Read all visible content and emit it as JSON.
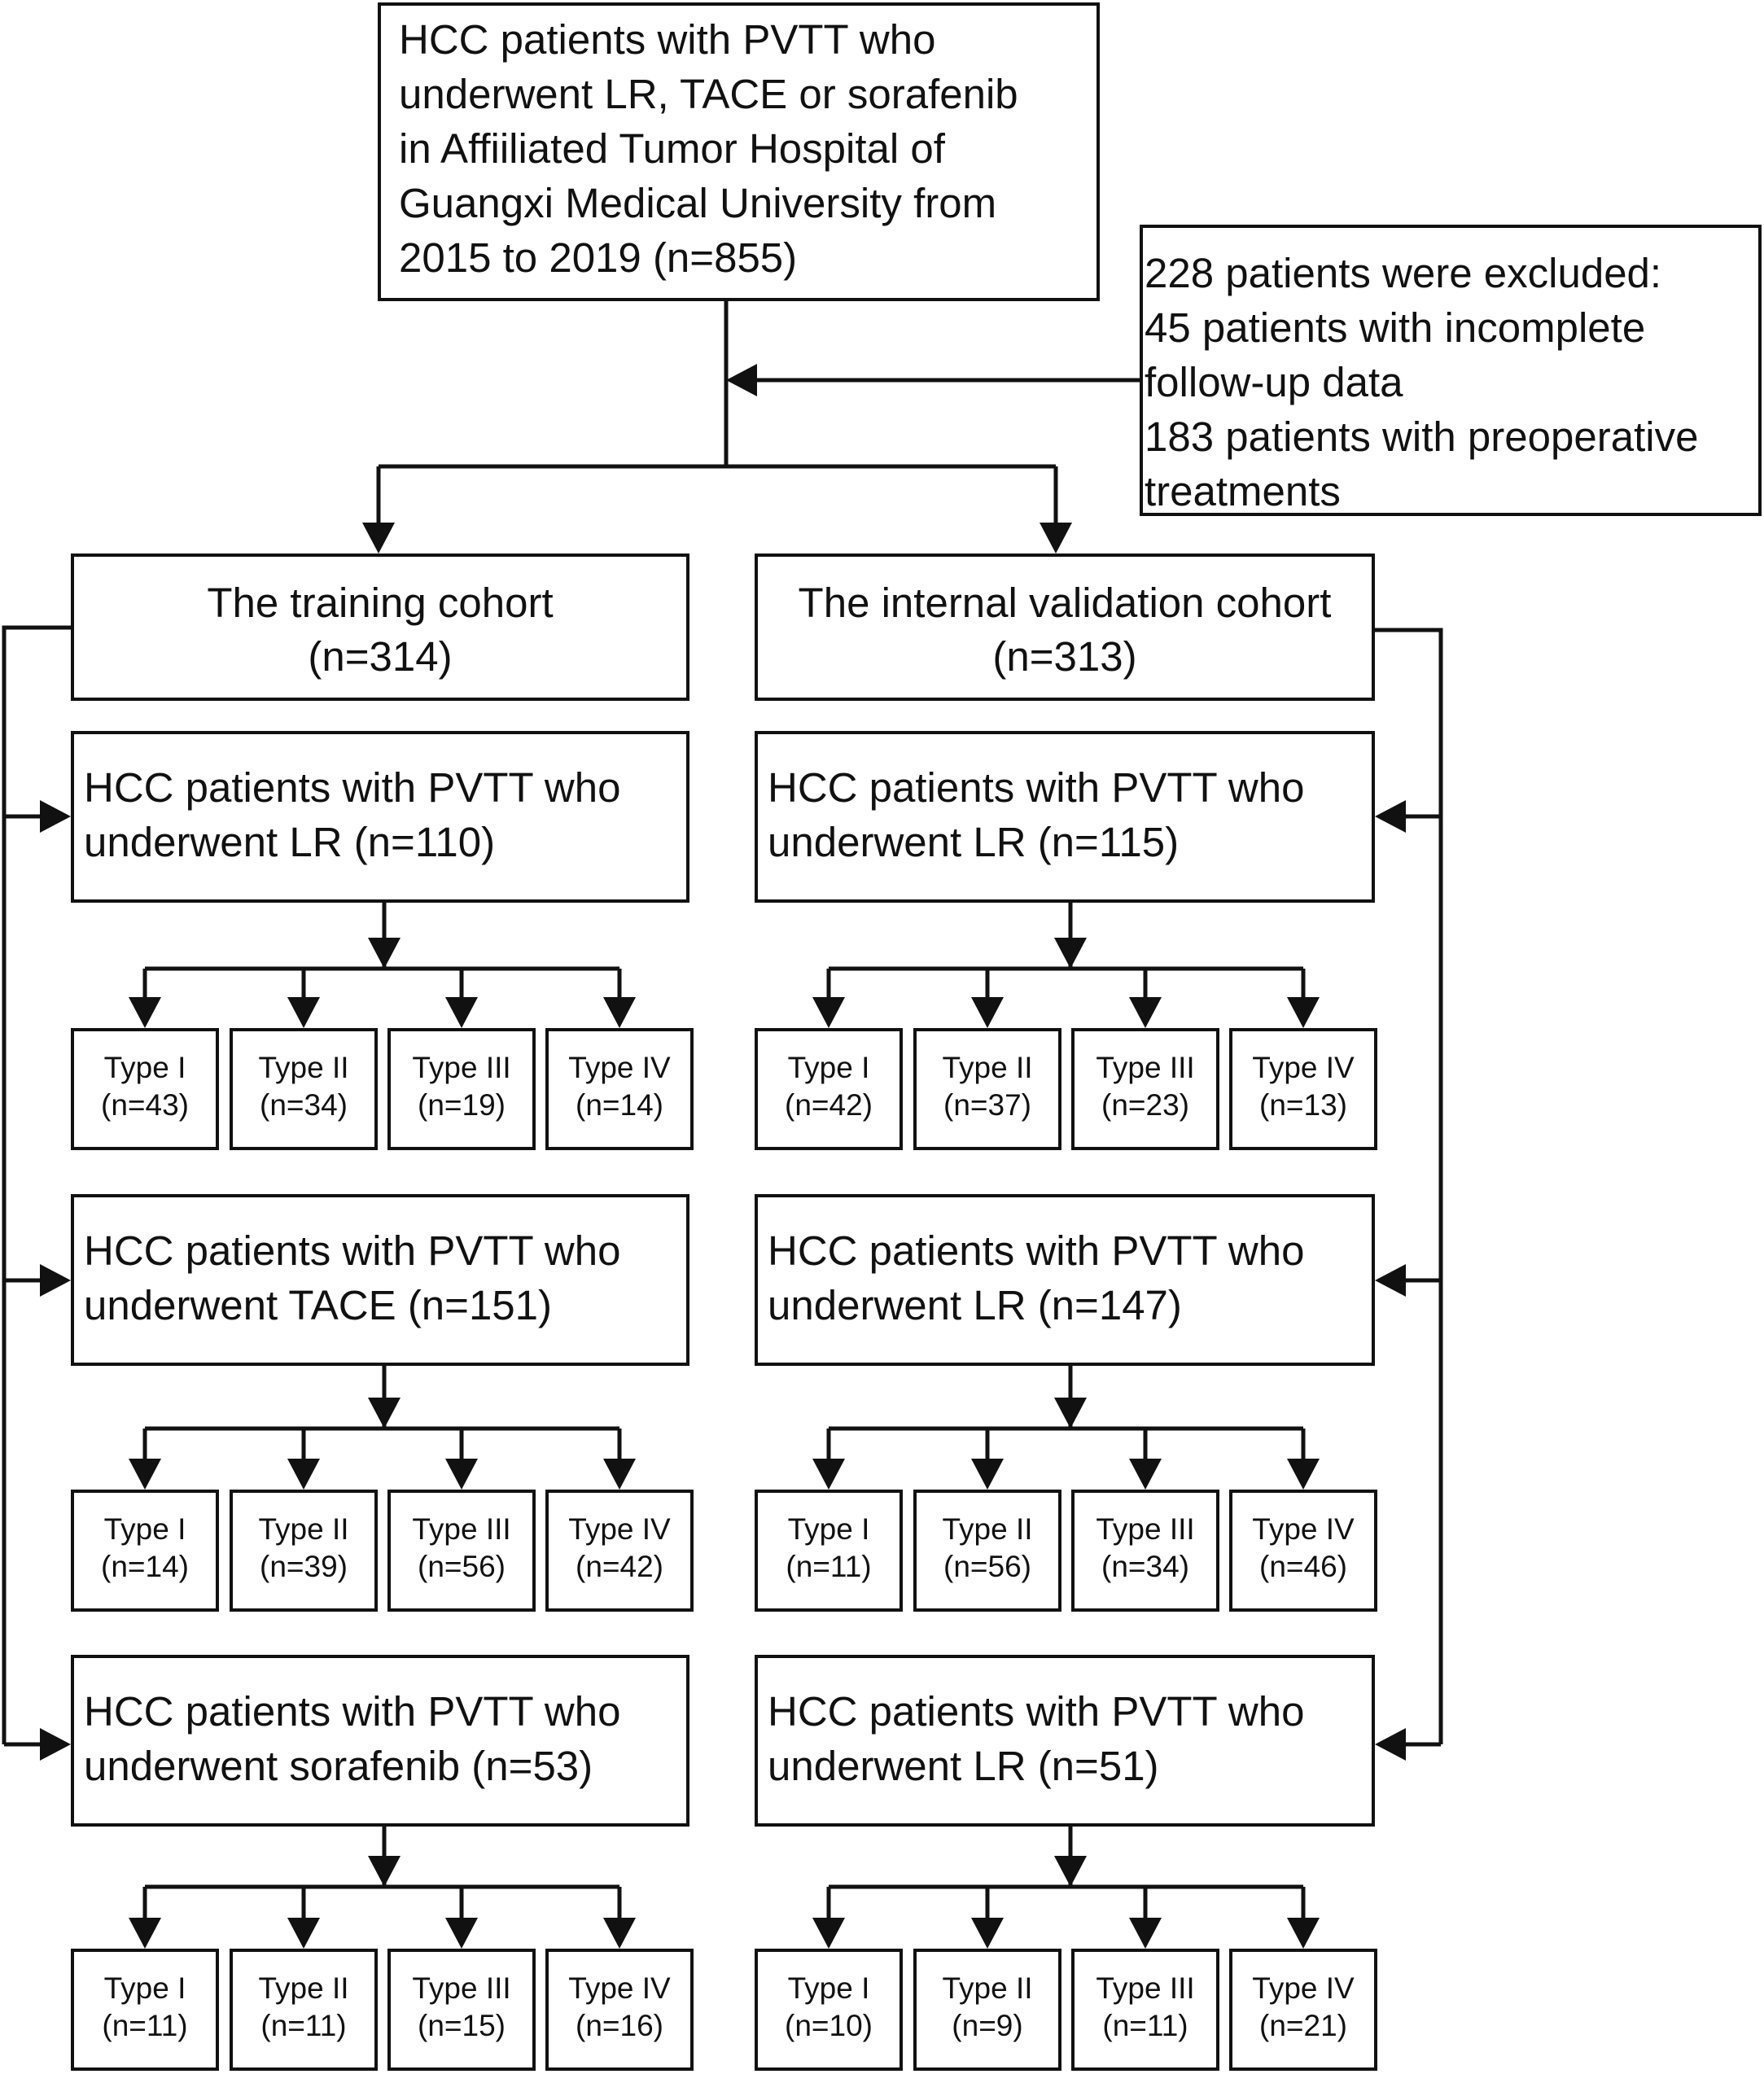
{
  "top": {
    "lines": [
      "HCC patients with PVTT who",
      "underwent LR, TACE or sorafenib",
      "in  Affiiliated Tumor Hospital of",
      "Guangxi Medical University from",
      "2015 to 2019  (n=855)"
    ]
  },
  "excluded": {
    "lines": [
      "228 patients were excluded:",
      "45 patients with incomplete",
      "follow-up data",
      "183 patients with preoperative",
      "treatments"
    ]
  },
  "training": {
    "title": [
      "The training  cohort",
      "(n=314)"
    ],
    "groups": [
      {
        "lines": [
          "HCC patients with PVTT who",
          "underwent LR (n=110)"
        ],
        "types": [
          [
            "Type I",
            "(n=43)"
          ],
          [
            "Type II",
            "(n=34)"
          ],
          [
            "Type III",
            "(n=19)"
          ],
          [
            "Type IV",
            "(n=14)"
          ]
        ]
      },
      {
        "lines": [
          "HCC patients with PVTT who",
          "underwent TACE (n=151)"
        ],
        "types": [
          [
            "Type I",
            "(n=14)"
          ],
          [
            "Type II",
            "(n=39)"
          ],
          [
            "Type III",
            "(n=56)"
          ],
          [
            "Type IV",
            "(n=42)"
          ]
        ]
      },
      {
        "lines": [
          "HCC patients with PVTT who",
          "underwent sorafenib (n=53)"
        ],
        "types": [
          [
            "Type I",
            "(n=11)"
          ],
          [
            "Type II",
            "(n=11)"
          ],
          [
            "Type III",
            "(n=15)"
          ],
          [
            "Type IV",
            "(n=16)"
          ]
        ]
      }
    ]
  },
  "validation": {
    "title": [
      "The  internal  validation cohort",
      "(n=313)"
    ],
    "groups": [
      {
        "lines": [
          "HCC patients with PVTT who",
          "underwent LR (n=115)"
        ],
        "types": [
          [
            "Type I",
            "(n=42)"
          ],
          [
            "Type II",
            "(n=37)"
          ],
          [
            "Type III",
            "(n=23)"
          ],
          [
            "Type IV",
            "(n=13)"
          ]
        ]
      },
      {
        "lines": [
          "HCC patients with PVTT who",
          "underwent LR (n=147)"
        ],
        "types": [
          [
            "Type I",
            "(n=11)"
          ],
          [
            "Type II",
            "(n=56)"
          ],
          [
            "Type III",
            "(n=34)"
          ],
          [
            "Type IV",
            "(n=46)"
          ]
        ]
      },
      {
        "lines": [
          "HCC patients with PVTT who",
          "underwent LR (n=51)"
        ],
        "types": [
          [
            "Type I",
            "(n=10)"
          ],
          [
            "Type II",
            "(n=9)"
          ],
          [
            "Type III",
            "(n=11)"
          ],
          [
            "Type IV",
            "(n=21)"
          ]
        ]
      }
    ]
  }
}
